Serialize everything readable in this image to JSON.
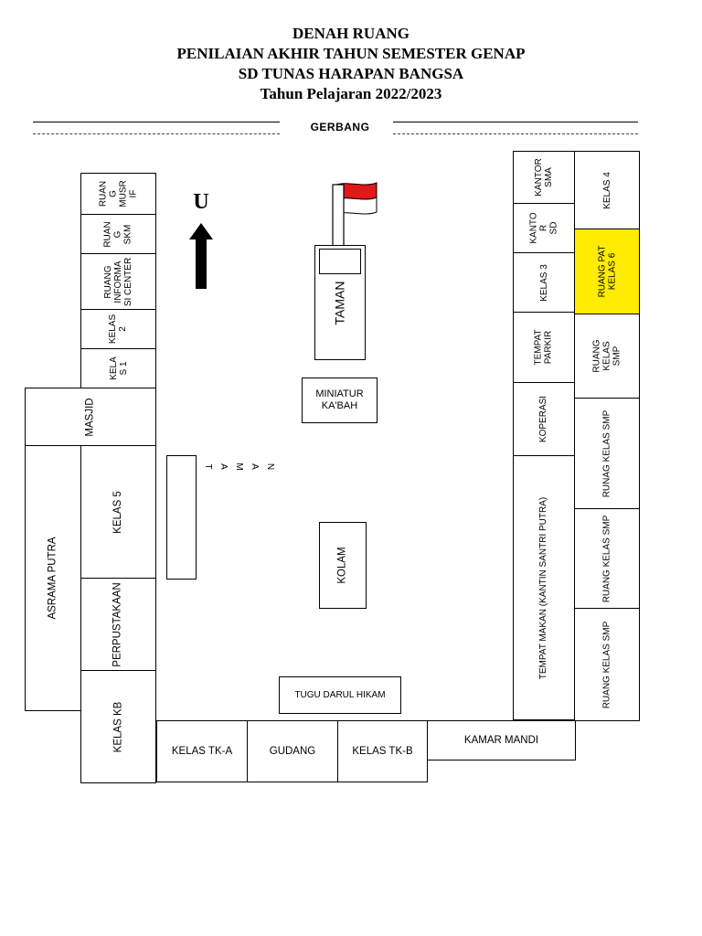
{
  "header": {
    "line1": "DENAH RUANG",
    "line2": "PENILAIAN AKHIR TAHUN SEMESTER GENAP",
    "line3": "SD TUNAS HARAPAN BANGSA",
    "line4": "Tahun Pelajaran 2022/2023"
  },
  "gate_label": "GERBANG",
  "north_label": "U",
  "highlight_color": "#ffec00",
  "flag_colors": {
    "top": "#e01818",
    "bottom": "#ffffff"
  },
  "left_column": {
    "ruang_musrif": "RUAN\nG\nMUSR\nIF",
    "ruang_skm": "RUAN\nG\nSKM",
    "ruang_informasi": "RUANG\nINFORMA\nSI CENTER",
    "kelas_2": "KELAS\n2",
    "kelas_1": "KELA\nS 1",
    "masjid": "MASJID",
    "asrama_putra": "ASRAMA PUTRA",
    "kelas_5": "KELAS 5",
    "perpustakaan": "PERPUSTAKAAN",
    "kelas_kb": "KELAS KB"
  },
  "bottom_row": {
    "kelas_tk_a": "KELAS TK-A",
    "gudang": "GUDANG",
    "kelas_tk_b": "KELAS TK-B",
    "kamar_mandi": "KAMAR MANDI"
  },
  "right_column": {
    "kantor_sma": "KANTOR\nSMA",
    "kelas_4": "KELAS 4",
    "kantor_sd": "KANTO\nR\nSD",
    "ruang_pat_kelas_6": "RUANG PAT\nKELAS 6",
    "kelas_3": "KELAS 3",
    "tempat_parkir": "TEMPAT\nPARKIR",
    "ruang_kelas_smp_1": "RUANG KELAS\nSMP",
    "koperasi": "KOPERASI",
    "runag_kelas_smp": "RUNAG KELAS SMP",
    "tempat_makan": "TEMPAT MAKAN (KANTIN SANTRI PUTRA)",
    "ruang_kelas_smp_2": "RUANG KELAS SMP",
    "ruang_kelas_smp_3": "RUANG KELAS SMP"
  },
  "center": {
    "taman_main": "TAMAN",
    "miniatur_kabah": "MINIATUR\nKA'BAH",
    "taman_side_letters": [
      "T",
      "A",
      "M",
      "A",
      "N"
    ],
    "kolam": "KOLAM",
    "tugu": "TUGU DARUL HIKAM"
  }
}
